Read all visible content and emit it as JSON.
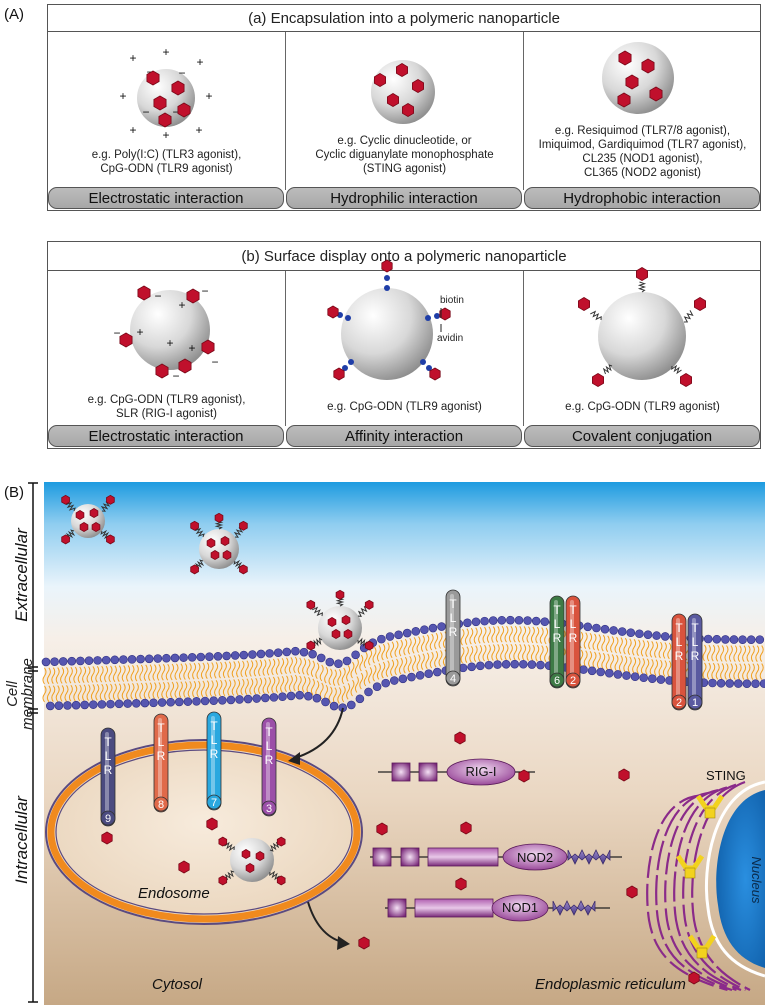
{
  "panel_a_label": "(A)",
  "panel_b_label": "(B)",
  "encapsulation": {
    "title": "(a) Encapsulation into a polymeric nanoparticle",
    "cells": [
      {
        "caption_lines": [
          "e.g. Poly(I:C) (TLR3 agonist),",
          "CpG-ODN (TLR9 agonist)"
        ],
        "interaction": "Electrostatic interaction"
      },
      {
        "caption_lines": [
          "e.g. Cyclic dinucleotide, or",
          "Cyclic diguanylate monophosphate",
          "(STING agonist)"
        ],
        "interaction": "Hydrophilic interaction"
      },
      {
        "caption_lines": [
          "e.g. Resiquimod (TLR7/8 agonist),",
          "Imiquimod, Gardiquimod (TLR7 agonist),",
          "CL235 (NOD1 agonist),",
          "CL365 (NOD2 agonist)"
        ],
        "interaction": "Hydrophobic interaction"
      }
    ]
  },
  "surface_display": {
    "title": "(b) Surface display onto a polymeric nanoparticle",
    "biotin_label": "biotin",
    "avidin_label": "avidin",
    "cells": [
      {
        "caption_lines": [
          "e.g. CpG-ODN (TLR9 agonist),",
          "SLR (RIG-I agonist)"
        ],
        "interaction": "Electrostatic interaction"
      },
      {
        "caption_lines": [
          "e.g. CpG-ODN (TLR9 agonist)"
        ],
        "interaction": "Affinity interaction"
      },
      {
        "caption_lines": [
          "e.g. CpG-ODN (TLR9 agonist)"
        ],
        "interaction": "Covalent conjugation"
      }
    ]
  },
  "cell_panel": {
    "extracellular_label": "Extracellular",
    "membrane_label_lines": [
      "Cell",
      "membrane"
    ],
    "intracellular_label": "Intracellular",
    "endosome_label": "Endosome",
    "cytosol_label": "Cytosol",
    "er_label": "Endoplasmic reticulum",
    "nucleus_label": "Nucleus",
    "sting_label": "STING",
    "rig_label": "RIG-I",
    "nod2_label": "NOD2",
    "nod1_label": "NOD1",
    "tlr_text": "TLR",
    "surface_tlrs": [
      {
        "number": "4",
        "color": "#9a9a9a"
      },
      {
        "number": "6",
        "color": "#3d7a45"
      },
      {
        "number": "2",
        "color": "#d9533d"
      },
      {
        "number": "2",
        "color": "#d9533d"
      },
      {
        "number": "1",
        "color": "#5a5aa0"
      }
    ],
    "endosomal_tlrs": [
      {
        "number": "9",
        "color": "#4b4b80"
      },
      {
        "number": "8",
        "color": "#e06a4a"
      },
      {
        "number": "7",
        "color": "#2aa8df"
      },
      {
        "number": "3",
        "color": "#9b4fa8"
      }
    ]
  },
  "colors": {
    "agonist": "#c0102c",
    "particle": "#d4d4d4",
    "lipid_head": "#5656b0",
    "lipid_tail": "#f0a020",
    "endosome_ring": "#f08a1e",
    "purple_domain": "#8a2a8a",
    "sky": "#1d9be0",
    "nucleus": "#1a7fd0",
    "sting": "#f2d21e"
  }
}
